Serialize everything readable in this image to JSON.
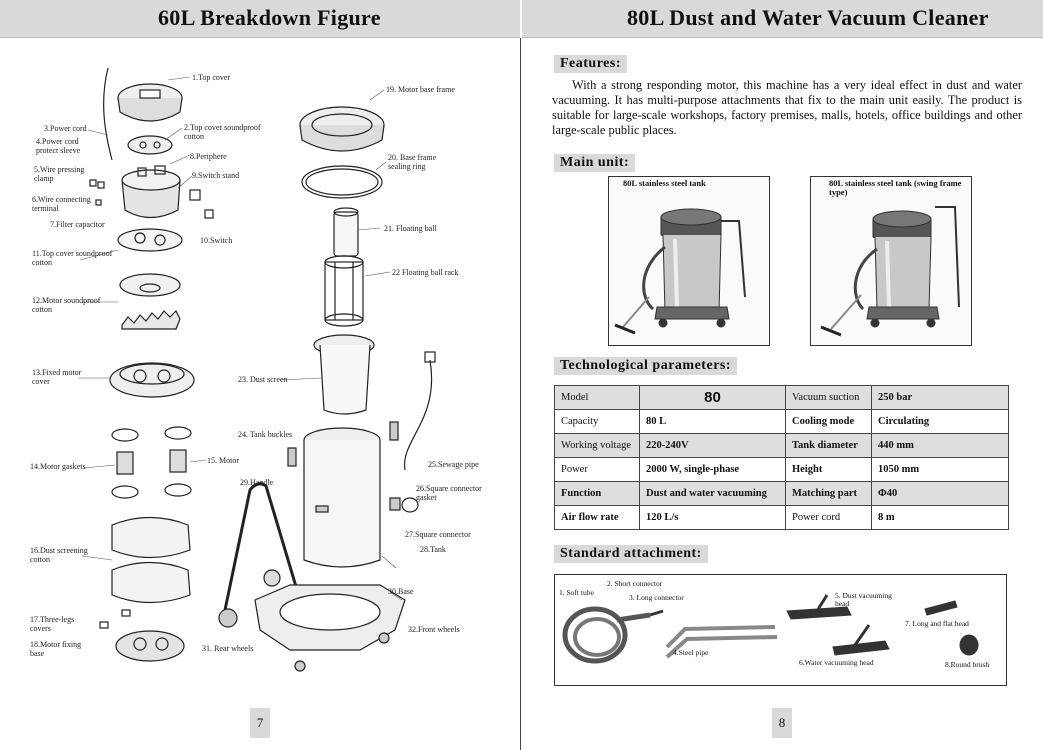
{
  "left_page": {
    "title": "60L Breakdown Figure",
    "page_number": "7",
    "parts": [
      "1.Top cover",
      "2.Top cover soundproof cotton",
      "3.Power cord",
      "4.Power cord protect sleeve",
      "5.Wire pressing clamp",
      "6.Wire connecting terminal",
      "7.Filter capacitor",
      "8.Periphere",
      "9.Switch stand",
      "10.Switch",
      "11.Top cover soundproof cotton",
      "12.Motor soundproof cotton",
      "13.Fixed motor cover",
      "14.Motor gaskets",
      "15. Motor",
      "16.Dust screening cotton",
      "17.Three-legs covers",
      "18.Motor fixing base",
      "19. Motor base frame",
      "20. Base frame sealing ring",
      "21. Floating ball",
      "22 Floating ball rack",
      "23. Dust screen",
      "24. Tank buckles",
      "25.Sewage pipe",
      "26.Square connector gasket",
      "27.Square connector",
      "28.Tank",
      "29.Handle",
      "30.Base",
      "31. Rear wheels",
      "32.Front wheels"
    ]
  },
  "right_page": {
    "title": "80L Dust and Water Vacuum Cleaner",
    "page_number": "8",
    "features_heading": "Features:",
    "features_text": "With a strong responding motor, this machine has a very ideal effect in dust and water vacuuming. It has multi-purpose attachments that fix to the main unit easily. The product is suitable for large-scale workshops, factory premises, malls, hotels, office buildings and other large-scale public places.",
    "main_unit_heading": "Main unit:",
    "photo1_caption": "80L stainless steel tank",
    "photo2_caption": "80L stainless steel tank (swing frame type)",
    "tech_heading": "Technological parameters:",
    "params": [
      {
        "k1": "Model",
        "v1": "80",
        "k2": "Vacuum suction",
        "v2": "250 bar"
      },
      {
        "k1": "Capacity",
        "v1": "80 L",
        "k2": "Cooling mode",
        "v2": "Circulating"
      },
      {
        "k1": "Working voltage",
        "v1": "220-240V",
        "k2": "Tank diameter",
        "v2": "440 mm"
      },
      {
        "k1": "Power",
        "v1": "2000 W, single-phase",
        "k2": "Height",
        "v2": "1050 mm"
      },
      {
        "k1": "Function",
        "v1": "Dust and water vacuuming",
        "k2": "Matching part",
        "v2": "Φ40"
      },
      {
        "k1": "Air flow rate",
        "v1": "120 L/s",
        "k2": "Power cord",
        "v2": "8 m"
      }
    ],
    "attach_heading": "Standard attachment:",
    "attachments": [
      "1. Soft tube",
      "2. Short connector",
      "3. Long connector",
      "4.Steel pipe",
      "5. Dust vacuuming head",
      "6.Water vacuuming head",
      "7. Long and flat head",
      "8.Round brush"
    ]
  }
}
